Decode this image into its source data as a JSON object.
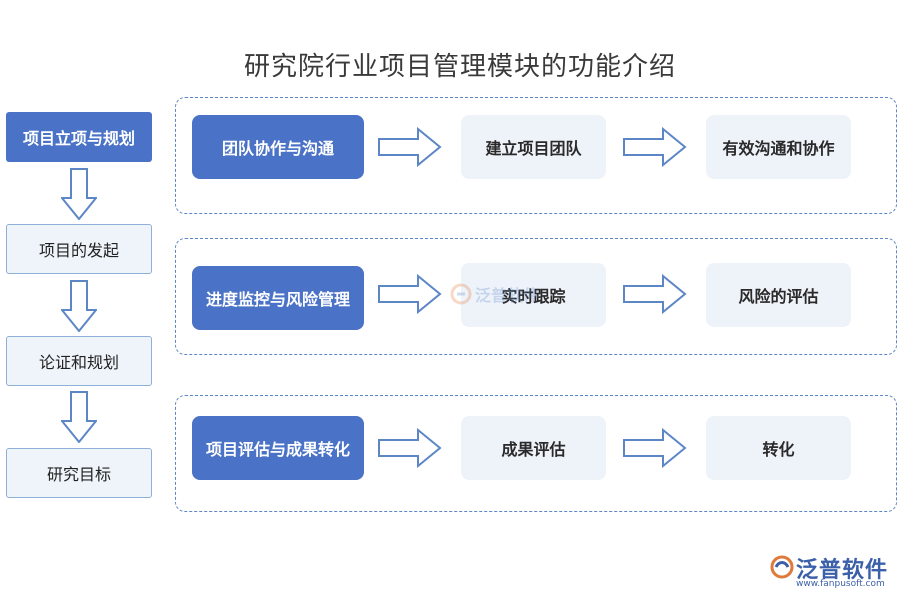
{
  "title": "研究院行业项目管理模块的功能介绍",
  "left_steps": [
    {
      "label": "项目立项与规划",
      "style": "primary"
    },
    {
      "label": "项目的发起",
      "style": "secondary"
    },
    {
      "label": "论证和规划",
      "style": "secondary"
    },
    {
      "label": "研究目标",
      "style": "secondary"
    }
  ],
  "groups": [
    {
      "main": "团队协作与沟通",
      "steps": [
        "建立项目团队",
        "有效沟通和协作"
      ]
    },
    {
      "main": "进度监控与风险管理",
      "steps": [
        "实时跟踪",
        "风险的评估"
      ]
    },
    {
      "main": "项目评估与成果转化",
      "steps": [
        "成果评估",
        "转化"
      ]
    }
  ],
  "watermark": {
    "text": "泛普软件"
  },
  "logo": {
    "name": "泛普软件",
    "url": "www.fanpusoft.com"
  },
  "colors": {
    "primary": "#4a72c6",
    "light": "#eef3fa",
    "border": "#5d86c6",
    "arrow_stroke": "#5d86c6"
  }
}
